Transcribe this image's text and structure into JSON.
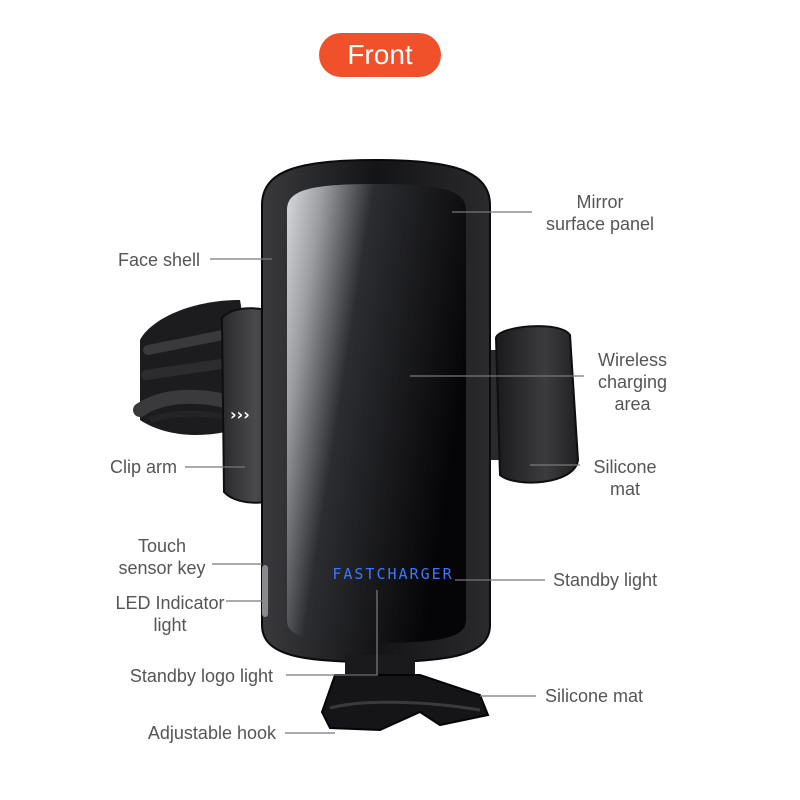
{
  "header": {
    "badge": "Front"
  },
  "brand": {
    "logo_text": "FASTCHARGER"
  },
  "colors": {
    "accent": "#f0502a",
    "label_text": "#555555",
    "leader_line": "#777777",
    "led_blue": "#3b78ff"
  },
  "callouts": {
    "mirror_panel": [
      "Mirror",
      "surface panel"
    ],
    "face_shell": "Face shell",
    "wireless_area": [
      "Wireless",
      "charging",
      "area"
    ],
    "clip_arm": "Clip arm",
    "silicone_mat_side": [
      "Silicone",
      "mat"
    ],
    "touch_key": [
      "Touch",
      "sensor key"
    ],
    "standby_light": "Standby light",
    "led_indicator": [
      "LED Indicator",
      "light"
    ],
    "standby_logo_light": "Standby logo light",
    "silicone_mat_bottom": "Silicone mat",
    "adjustable_hook": "Adjustable hook"
  }
}
